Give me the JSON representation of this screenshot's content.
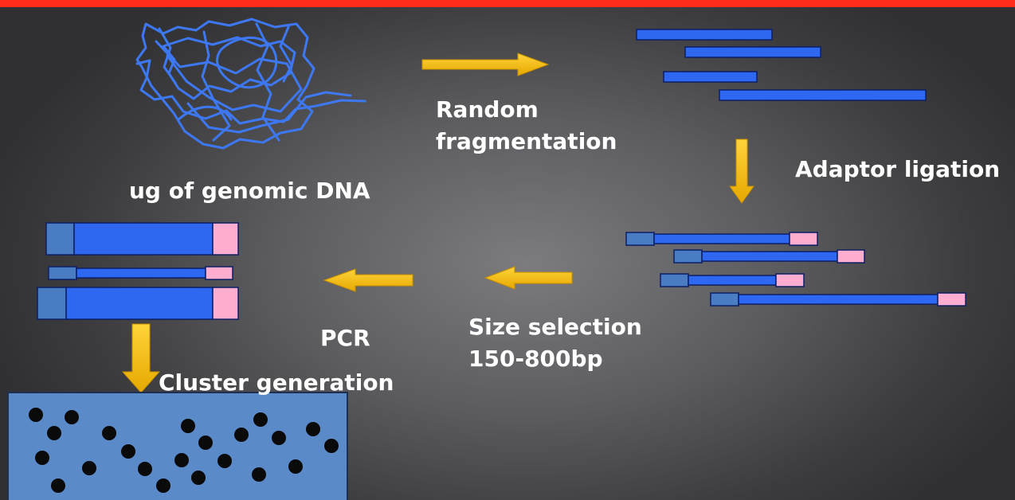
{
  "colors": {
    "top_bar": "#ff2a1a",
    "dna": "#3d78f2",
    "fragment": "#2f68f0",
    "adaptor_left": "#4a7cc4",
    "adaptor_right": "#ffaed0",
    "arrow": "#fcc014",
    "flowcell": "#5a8ac8",
    "cluster": "#0a0a0a"
  },
  "icons": {
    "dna": "tangled-dna-icon",
    "arrow_right": "arrow-right-icon",
    "arrow_down": "arrow-down-icon",
    "arrow_left": "arrow-left-icon"
  },
  "labels": {
    "genomic_dna": "ug of genomic DNA",
    "random_fragmentation_1": "Random",
    "random_fragmentation_2": "fragmentation",
    "adaptor_ligation": "Adaptor ligation",
    "size_selection_1": "Size selection",
    "size_selection_2": "150-800bp",
    "pcr": "PCR",
    "cluster_generation": "Cluster generation"
  }
}
